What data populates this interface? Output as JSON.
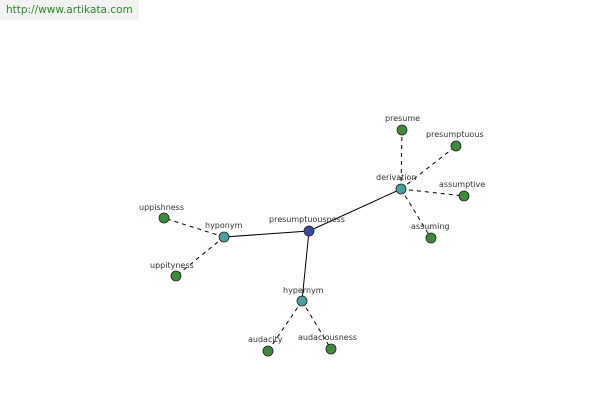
{
  "watermark": {
    "text": "http://www.artikata.com"
  },
  "colors": {
    "center": "#3c4a9c",
    "relation": "#4d9e9e",
    "word": "#3d8a3d",
    "stroke": "#222222",
    "edge": "#000000"
  },
  "graph": {
    "nodes": [
      {
        "id": "presumptuousness",
        "label": "presumptuousness",
        "kind": "center"
      },
      {
        "id": "derivation",
        "label": "derivation",
        "kind": "relation"
      },
      {
        "id": "hyponym",
        "label": "hyponym",
        "kind": "relation"
      },
      {
        "id": "hypernym",
        "label": "hypernym",
        "kind": "relation"
      },
      {
        "id": "presume",
        "label": "presume",
        "kind": "word"
      },
      {
        "id": "presumptuous",
        "label": "presumptuous",
        "kind": "word"
      },
      {
        "id": "assumptive",
        "label": "assumptive",
        "kind": "word"
      },
      {
        "id": "assuming",
        "label": "assuming",
        "kind": "word"
      },
      {
        "id": "uppishness",
        "label": "uppishness",
        "kind": "word"
      },
      {
        "id": "uppityness",
        "label": "uppityness",
        "kind": "word"
      },
      {
        "id": "audacity",
        "label": "audacity",
        "kind": "word"
      },
      {
        "id": "audaciousness",
        "label": "audaciousness",
        "kind": "word"
      }
    ],
    "edges": [
      {
        "from": "presumptuousness",
        "to": "derivation",
        "style": "solid"
      },
      {
        "from": "presumptuousness",
        "to": "hyponym",
        "style": "solid"
      },
      {
        "from": "presumptuousness",
        "to": "hypernym",
        "style": "solid"
      },
      {
        "from": "derivation",
        "to": "presume",
        "style": "dashed"
      },
      {
        "from": "derivation",
        "to": "presumptuous",
        "style": "dashed"
      },
      {
        "from": "derivation",
        "to": "assumptive",
        "style": "dashed"
      },
      {
        "from": "derivation",
        "to": "assuming",
        "style": "dashed"
      },
      {
        "from": "hyponym",
        "to": "uppishness",
        "style": "dashed"
      },
      {
        "from": "hyponym",
        "to": "uppityness",
        "style": "dashed"
      },
      {
        "from": "hypernym",
        "to": "audacity",
        "style": "dashed"
      },
      {
        "from": "hypernym",
        "to": "audaciousness",
        "style": "dashed"
      }
    ]
  }
}
